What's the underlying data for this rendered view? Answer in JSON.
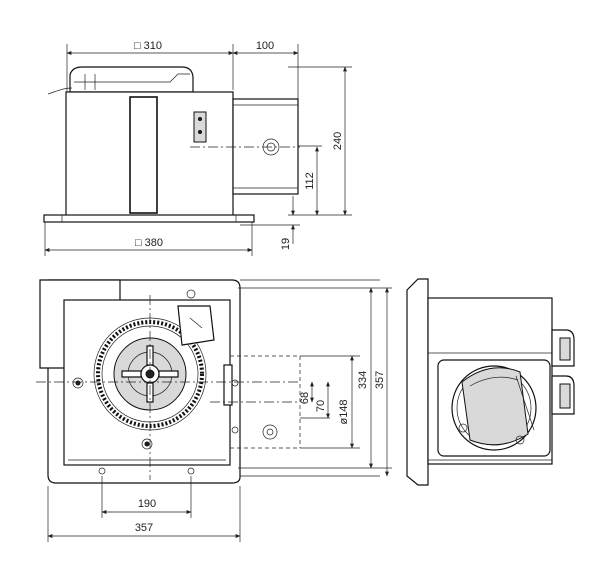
{
  "dimensions": {
    "top_width": "□ 310",
    "top_offset": "100",
    "top_height": "240",
    "duct_height": "112",
    "flange_width": "□ 380",
    "flange_offset": "19",
    "inner_height": "334",
    "outer_height": "357",
    "dim_68": "68",
    "dim_70": "70",
    "duct_diameter": "ø148",
    "mount_spacing": "190",
    "bottom_width": "357"
  }
}
